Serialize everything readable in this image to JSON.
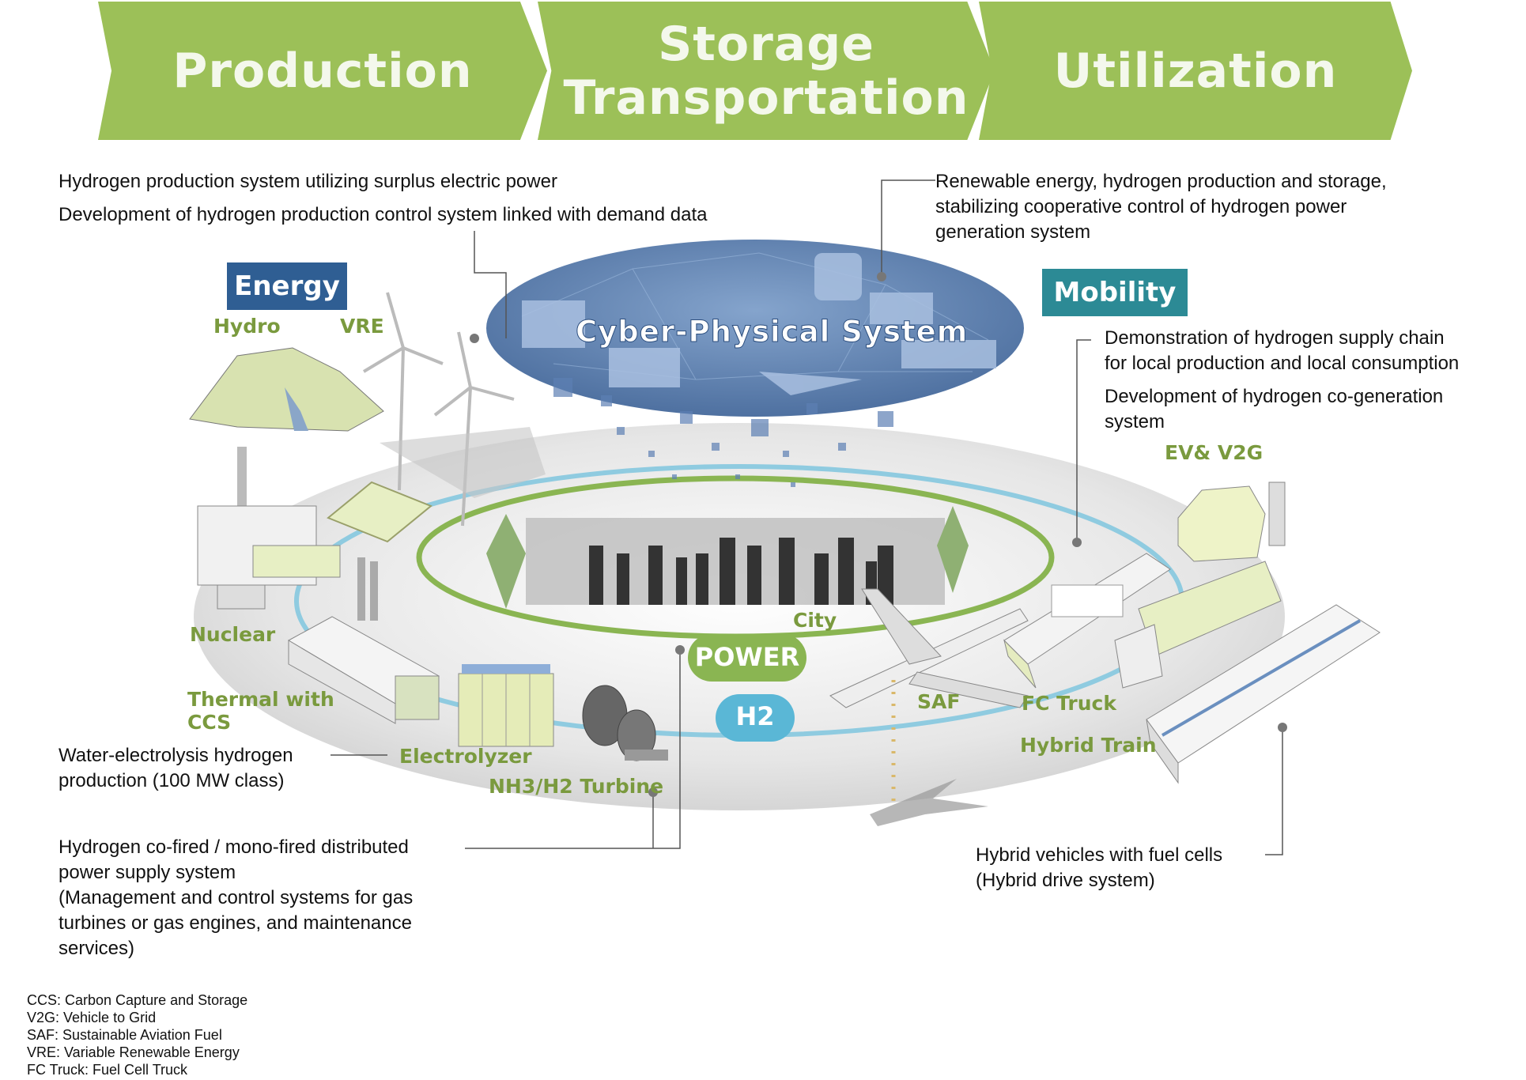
{
  "stages": {
    "production": "Production",
    "storage_line1": "Storage",
    "storage_line2": "Transportation",
    "utilization": "Utilization"
  },
  "notes": {
    "top_left_1": "Hydrogen production system utilizing surplus electric power",
    "top_left_2": "Development of hydrogen production control system linked with demand data",
    "top_right_1": "Renewable energy, hydrogen production and storage,",
    "top_right_2": "stabilizing cooperative control of hydrogen power",
    "top_right_3": "generation system",
    "mobility_1": "Demonstration of hydrogen supply chain",
    "mobility_2": "for local production and local consumption",
    "mobility_3": "Development of hydrogen co-generation",
    "mobility_4": "system",
    "electrolysis_1": "Water-electrolysis hydrogen",
    "electrolysis_2": "production (100 MW class)",
    "cofired_1": "Hydrogen co-fired / mono-fired distributed",
    "cofired_2": "power supply system",
    "cofired_3": "(Management and control systems for gas",
    "cofired_4": "turbines or gas engines, and maintenance",
    "cofired_5": "services)",
    "hybrid_1": "Hybrid vehicles with fuel cells",
    "hybrid_2": "(Hybrid drive system)"
  },
  "badges": {
    "energy": "Energy",
    "mobility": "Mobility"
  },
  "labels": {
    "cps": "Cyber-Physical System",
    "hydro": "Hydro",
    "vre": "VRE",
    "nuclear": "Nuclear",
    "thermal_1": "Thermal with",
    "thermal_2": "CCS",
    "electrolyzer": "Electrolyzer",
    "turbine": "NH3/H2 Turbine",
    "city": "City",
    "power": "POWER",
    "h2": "H2",
    "saf": "SAF",
    "fc_truck": "FC Truck",
    "hybrid_train": "Hybrid Train",
    "ev_v2g": "EV& V2G"
  },
  "legend": {
    "ccs": "CCS: Carbon Capture and Storage",
    "v2g": "V2G: Vehicle to Grid",
    "saf": "SAF: Sustainable Aviation Fuel",
    "vre": "VRE:  Variable Renewable Energy",
    "fc_truck": "FC Truck: Fuel Cell Truck"
  },
  "colors": {
    "banner_green": "#9cc058",
    "energy_blue": "#2f5e93",
    "mobility_teal": "#2c8a95",
    "label_green": "#7a9a3e",
    "ring_green": "#8ab552",
    "ring_blue": "#7ec3da",
    "cps_blue": "#4d74a8"
  }
}
